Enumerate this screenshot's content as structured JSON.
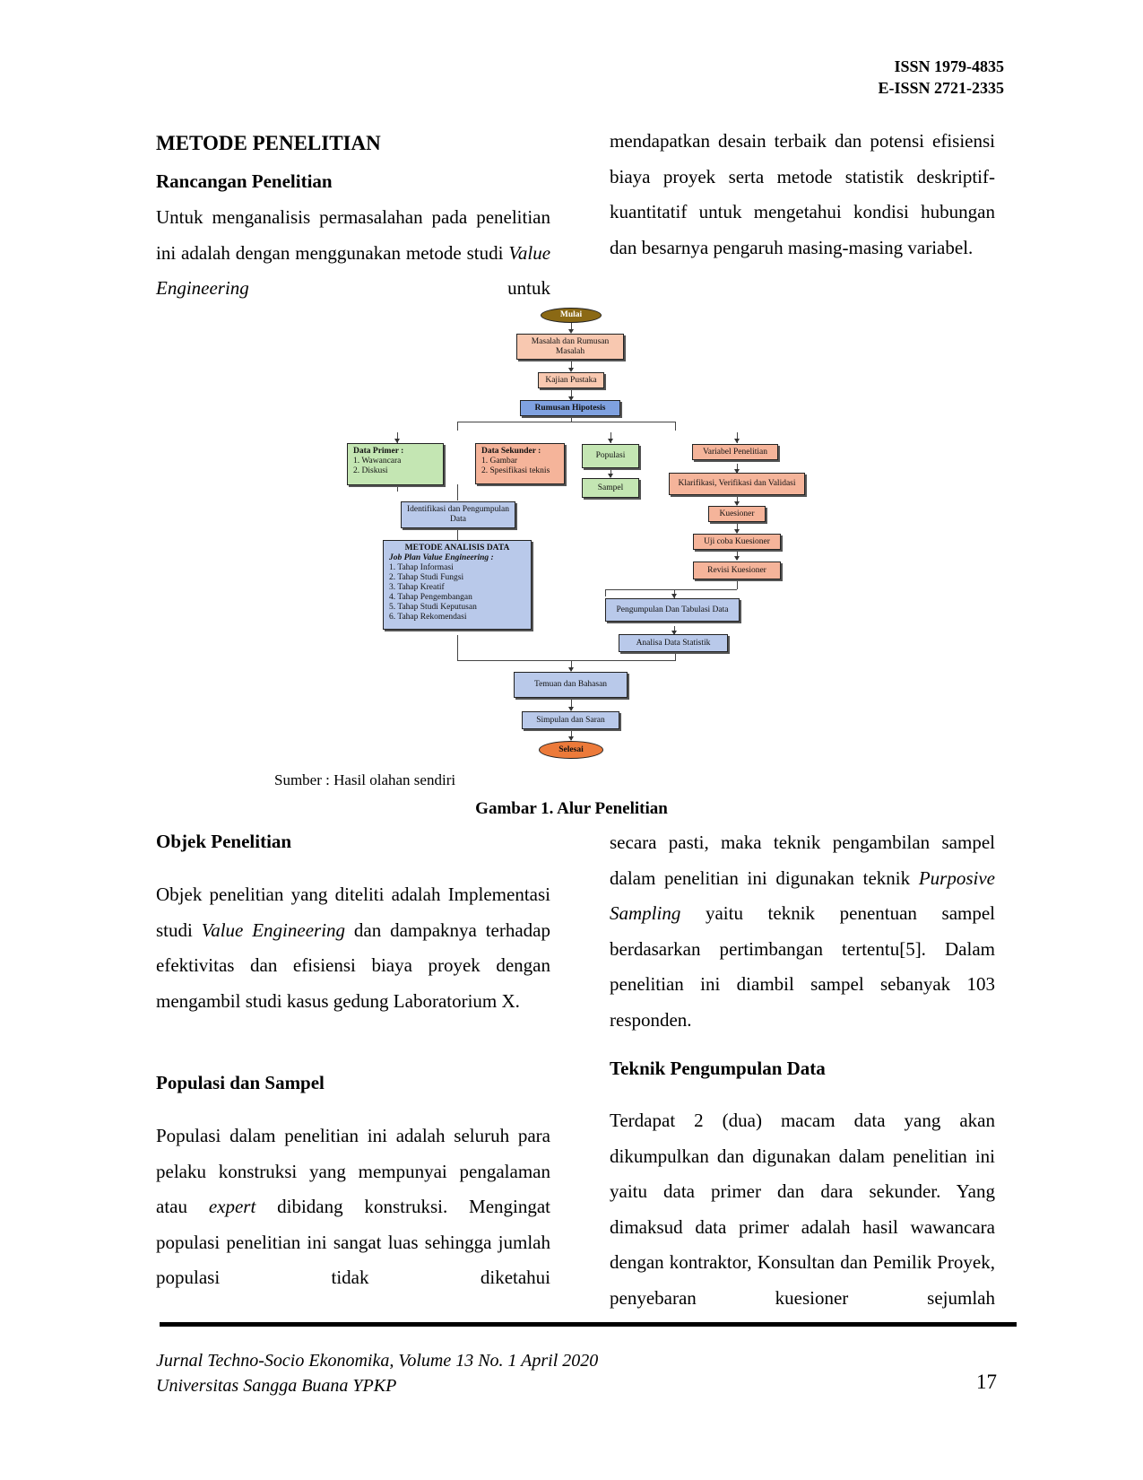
{
  "header": {
    "issn": "ISSN 1979-4835",
    "eissn": "E-ISSN 2721-2335"
  },
  "section1": {
    "heading": "METODE PENELITIAN",
    "subheading": "Rancangan Penelitian",
    "left_para_1": "Untuk menganalisis permasalahan pada penelitian ini adalah dengan menggunakan metode studi",
    "left_italic": "Value Engineering",
    "left_para_2": "untuk",
    "right_para": "mendapatkan desain terbaik dan potensi efisiensi biaya proyek serta metode statistik deskriptif-kuantitatif untuk mengetahui kondisi hubungan dan besarnya pengaruh masing-masing variabel."
  },
  "flowchart": {
    "start": "Mulai",
    "masalah": "Masalah dan Rumusan Masalah",
    "kajian": "Kajian Pustaka",
    "hipotesis": "Rumusan Hipotesis",
    "primer_title": "Data Primer :",
    "primer_items": [
      "1. Wawancara",
      "2. Diskusi"
    ],
    "sekunder_title": "Data Sekunder :",
    "sekunder_items": [
      "1. Gambar",
      "2. Spesifikasi teknis"
    ],
    "populasi": "Populasi",
    "sampel": "Sampel",
    "variabel": "Variabel Penelitian",
    "klarifikasi": "Klarifikasi, Verifikasi dan Validasi",
    "kuesioner": "Kuesioner",
    "uji": "Uji coba Kuesioner",
    "revisi": "Revisi Kuesioner",
    "identifikasi": "Identifikasi dan Pengumpulan Data",
    "metode_title": "METODE ANALISIS DATA",
    "metode_subtitle": "Job Plan Value Engineering :",
    "metode_items": [
      "1. Tahap Informasi",
      "2. Tahap Studi Fungsi",
      "3. Tahap Kreatif",
      "4. Tahap Pengembangan",
      "5. Tahap Studi Keputusan",
      "6. Tahap Rekomendasi"
    ],
    "pengumpulan": "Pengumpulan Dan Tabulasi Data",
    "analisa": "Analisa Data Statistik",
    "temuan": "Temuan dan Bahasan",
    "simpulan": "Simpulan dan Saran",
    "end": "Selesai"
  },
  "figure": {
    "source": "Sumber : Hasil olahan sendiri",
    "caption": "Gambar 1.  Alur Penelitian"
  },
  "section2": {
    "objek_heading": "Objek Penelitian",
    "objek_para_1": "Objek penelitian yang diteliti adalah Implementasi studi",
    "objek_italic": "Value Engineering",
    "objek_para_2": "dan dampaknya terhadap efektivitas dan efisiensi biaya proyek dengan mengambil studi kasus gedung Laboratorium X.",
    "populasi_heading": "Populasi dan Sampel",
    "populasi_para_1": "Populasi dalam penelitian ini adalah seluruh para pelaku konstruksi yang mempunyai pengalaman atau",
    "populasi_italic": "expert",
    "populasi_para_2": "dibidang konstruksi. Mengingat populasi penelitian ini sangat luas sehingga jumlah populasi tidak diketahui",
    "right_para_1": "secara pasti, maka teknik pengambilan sampel dalam penelitian ini digunakan teknik",
    "right_italic": "Purposive Sampling",
    "right_para_2": "yaitu teknik penentuan sampel berdasarkan pertimbangan tertentu[5]. Dalam penelitian ini diambil sampel sebanyak 103 responden.",
    "teknik_heading": "Teknik Pengumpulan Data",
    "teknik_para": "Terdapat  2 (dua) macam data yang akan dikumpulkan dan digunakan dalam penelitian ini yaitu data primer dan dara sekunder. Yang dimaksud data primer adalah hasil wawancara dengan kontraktor, Konsultan dan Pemilik Proyek, penyebaran kuesioner sejumlah"
  },
  "footer": {
    "journal": "Jurnal Techno-Socio Ekonomika, Volume 13 No. 1 April 2020",
    "university": "Universitas Sangga Buana YPKP",
    "page": "17"
  }
}
